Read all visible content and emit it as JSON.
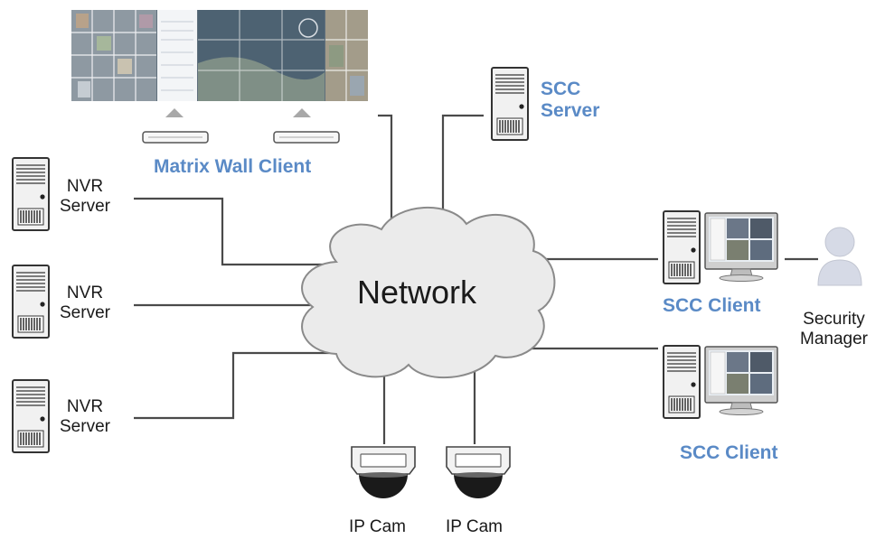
{
  "network": {
    "label": "Network"
  },
  "scc_server": {
    "line1": "SCC",
    "line2": "Server"
  },
  "matrix_wall": {
    "label": "Matrix Wall Client"
  },
  "nvr_servers": [
    {
      "line1": "NVR",
      "line2": "Server"
    },
    {
      "line1": "NVR",
      "line2": "Server"
    },
    {
      "line1": "NVR",
      "line2": "Server"
    }
  ],
  "scc_clients": [
    {
      "label": "SCC Client"
    },
    {
      "label": "SCC Client"
    }
  ],
  "security_manager": {
    "line1": "Security",
    "line2": "Manager"
  },
  "ip_cams": [
    {
      "label": "IP Cam"
    },
    {
      "label": "IP Cam"
    }
  ],
  "colors": {
    "link_line": "#4a4a4a",
    "cloud_fill": "#ebebeb",
    "cloud_stroke": "#8a8a8a",
    "accent_label": "#5a8ac6"
  }
}
